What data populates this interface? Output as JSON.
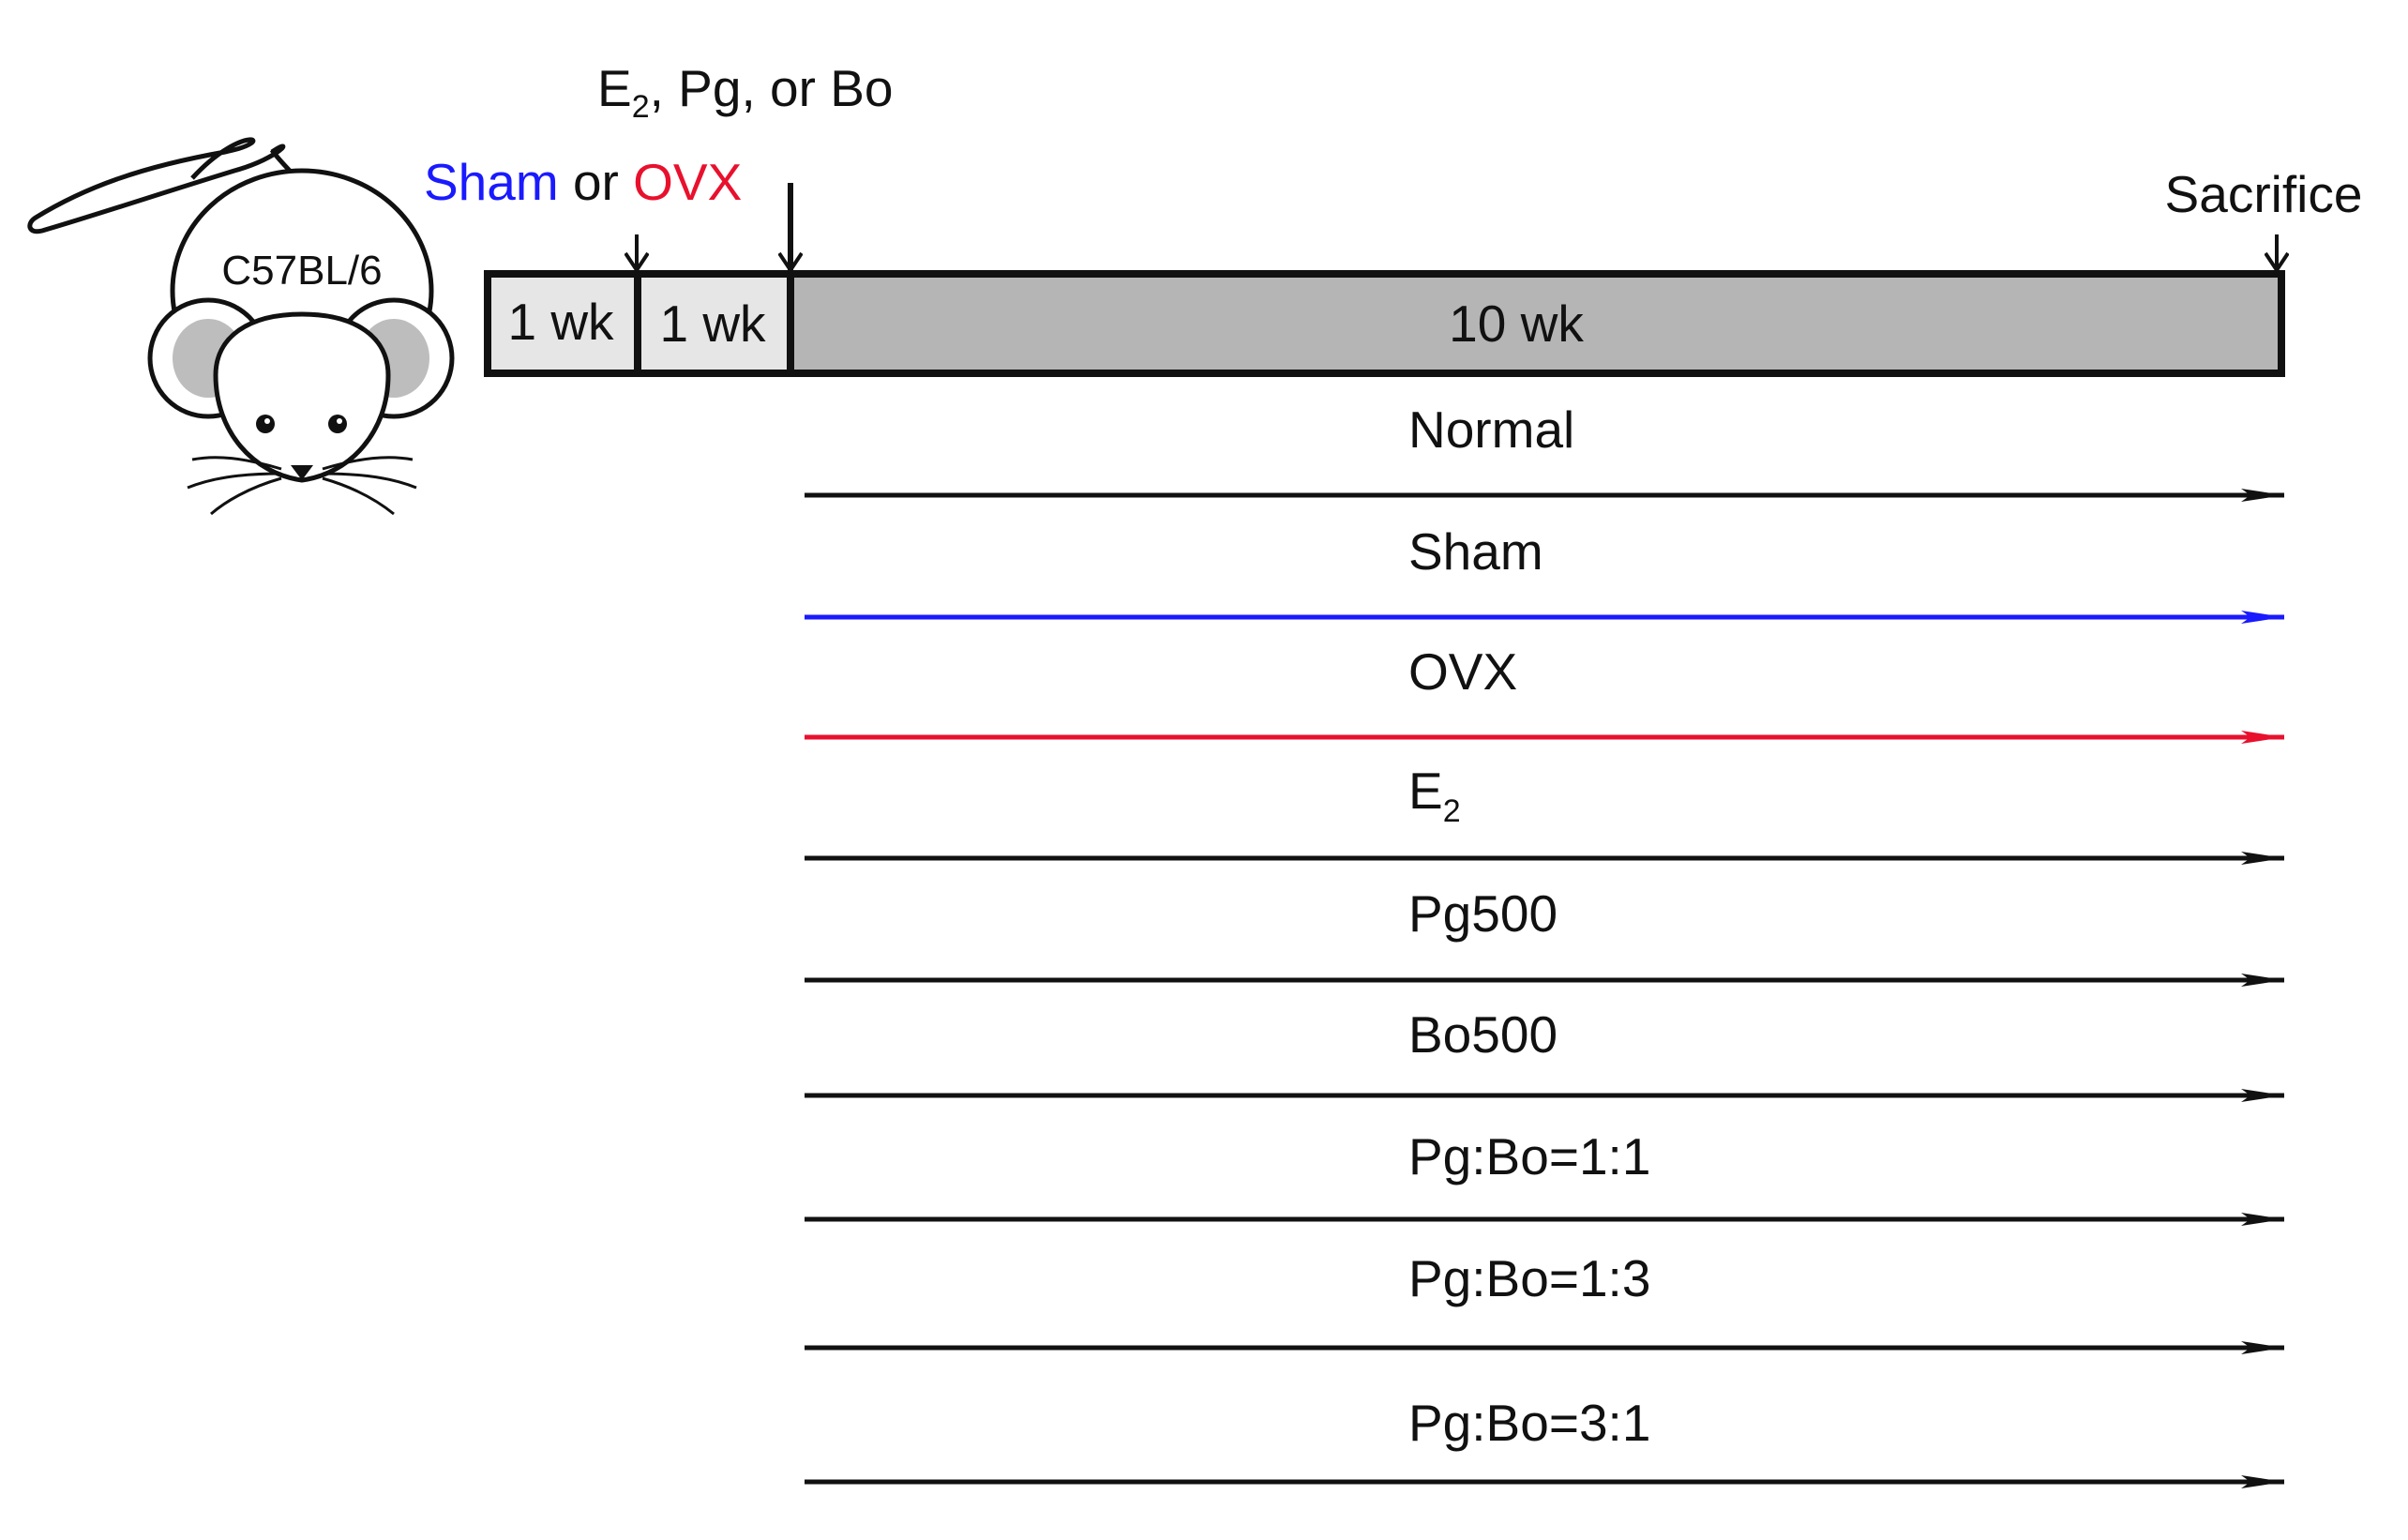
{
  "header": {
    "treatment_prefix": "E",
    "treatment_sub": "2",
    "treatment_rest": ", Pg, or Bo",
    "surgery_sham": "Sham",
    "surgery_or": " or ",
    "surgery_ovx": "OVX",
    "sacrifice": "Sacrifice"
  },
  "mouse": {
    "strain": "C57BL/6"
  },
  "timeline": {
    "segments": [
      {
        "label": "1 wk"
      },
      {
        "label": "1 wk"
      },
      {
        "label": "10 wk"
      }
    ]
  },
  "groups": [
    {
      "label": "Normal",
      "sub": "",
      "color": "#111111"
    },
    {
      "label": "Sham",
      "sub": "",
      "color": "#1a1aff"
    },
    {
      "label": "OVX",
      "sub": "",
      "color": "#e8112d"
    },
    {
      "label": "E",
      "sub": "2",
      "color": "#111111"
    },
    {
      "label": "Pg500",
      "sub": "",
      "color": "#111111"
    },
    {
      "label": "Bo500",
      "sub": "",
      "color": "#111111"
    },
    {
      "label": "Pg:Bo=1:1",
      "sub": "",
      "color": "#111111"
    },
    {
      "label": "Pg:Bo=1:3",
      "sub": "",
      "color": "#111111"
    },
    {
      "label": "Pg:Bo=3:1",
      "sub": "",
      "color": "#111111"
    }
  ],
  "colors": {
    "sham": "#1a1aff",
    "ovx": "#e8112d",
    "box_light": "#e6e6e6",
    "box_dark": "#b5b5b5"
  }
}
